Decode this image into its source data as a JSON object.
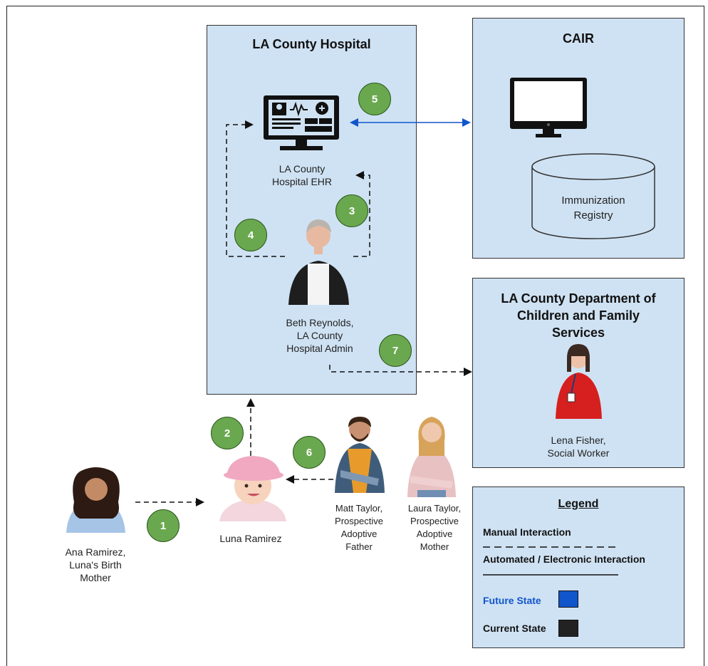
{
  "boxes": {
    "hospital": {
      "title": "LA County Hospital"
    },
    "cair": {
      "title": "CAIR"
    },
    "dcfs": {
      "title": "LA County Department of\nChildren and Family\nServices"
    }
  },
  "labels": {
    "ehr": "LA County\nHospital EHR",
    "registry": "Immunization\nRegistry",
    "beth": "Beth Reynolds,\nLA County\nHospital Admin",
    "lena": "Lena Fisher,\nSocial Worker",
    "ana": "Ana Ramirez,\nLuna's Birth\nMother",
    "luna": "Luna Ramirez",
    "matt": "Matt Taylor,\nProspective\nAdoptive\nFather",
    "laura": "Laura Taylor,\nProspective\nAdoptive\nMother"
  },
  "steps": [
    "1",
    "2",
    "3",
    "4",
    "5",
    "6",
    "7"
  ],
  "legend": {
    "title": "Legend",
    "manual": "Manual  Interaction",
    "automated": "Automated / Electronic Interaction",
    "future": "Future State",
    "current": "Current State"
  },
  "colors": {
    "box_fill": "#cfe2f3",
    "badge_fill": "#6aa84f",
    "future": "#1155cc",
    "current": "#222222"
  },
  "icons": [
    "ehr-monitor-icon",
    "desktop-monitor-icon",
    "database-cylinder-icon"
  ]
}
